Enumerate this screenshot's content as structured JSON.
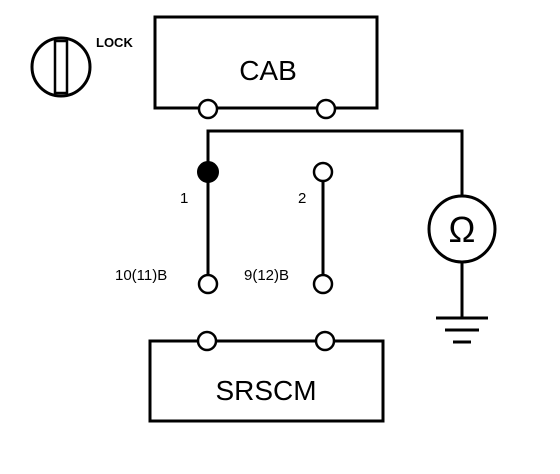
{
  "diagram": {
    "ignition_label": "LOCK",
    "cab_label": "CAB",
    "srscm_label": "SRSCM",
    "pin1_label": "1",
    "pin2_label": "2",
    "terminal_left_label": "10(11)B",
    "terminal_right_label": "9(12)B",
    "ohmmeter_symbol": "Ω",
    "icons": [
      "ignition-key-icon",
      "ohmmeter-icon",
      "ground-icon"
    ]
  }
}
